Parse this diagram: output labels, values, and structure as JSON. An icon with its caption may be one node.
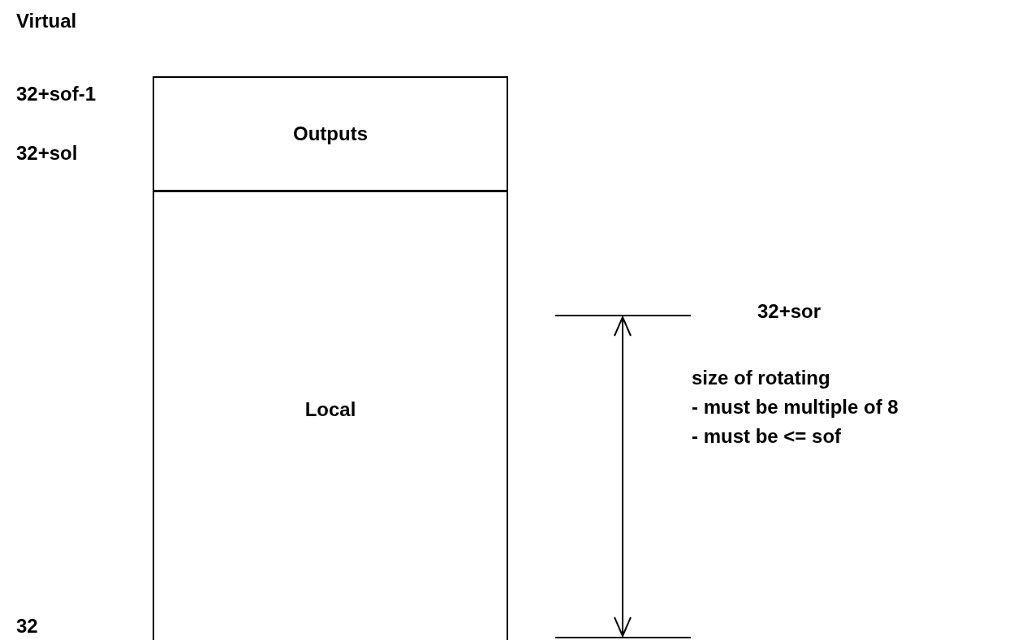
{
  "diagram": {
    "title": "Virtual",
    "nodes": [
      {
        "text": [
          "Outputs"
        ]
      },
      {
        "text": [
          "Local"
        ]
      }
    ],
    "labels": [
      "32+sof-1",
      "32+sol",
      "32+sor",
      "size of rotating",
      "- must be multiple of 8",
      "- must be <= sof",
      "32"
    ]
  }
}
